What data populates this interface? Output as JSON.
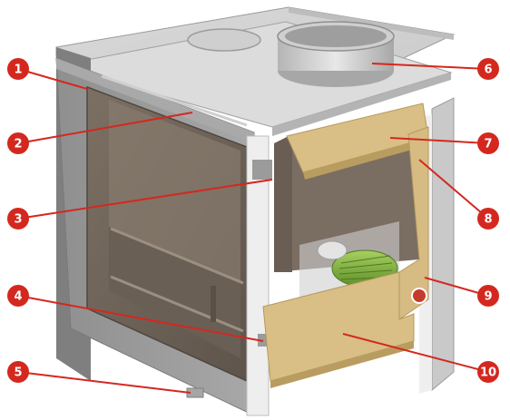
{
  "colors": {
    "callout_fill": "#d4281f",
    "callout_text": "#ffffff",
    "leader_line": "#d4281f",
    "steel_light": "#e2e2e2",
    "steel_mid": "#b9b9b9",
    "steel_dark": "#8e8e8e",
    "firebox_dark": "#6e6258",
    "insulation": "#d8bf86",
    "insulation_dark": "#c2a56a",
    "fan_green": "#7cae3c"
  },
  "callouts": [
    {
      "id": "1",
      "label": "1"
    },
    {
      "id": "2",
      "label": "2"
    },
    {
      "id": "3",
      "label": "3"
    },
    {
      "id": "4",
      "label": "4"
    },
    {
      "id": "5",
      "label": "5"
    },
    {
      "id": "6",
      "label": "6"
    },
    {
      "id": "7",
      "label": "7"
    },
    {
      "id": "8",
      "label": "8"
    },
    {
      "id": "9",
      "label": "9"
    },
    {
      "id": "10",
      "label": "10"
    }
  ]
}
